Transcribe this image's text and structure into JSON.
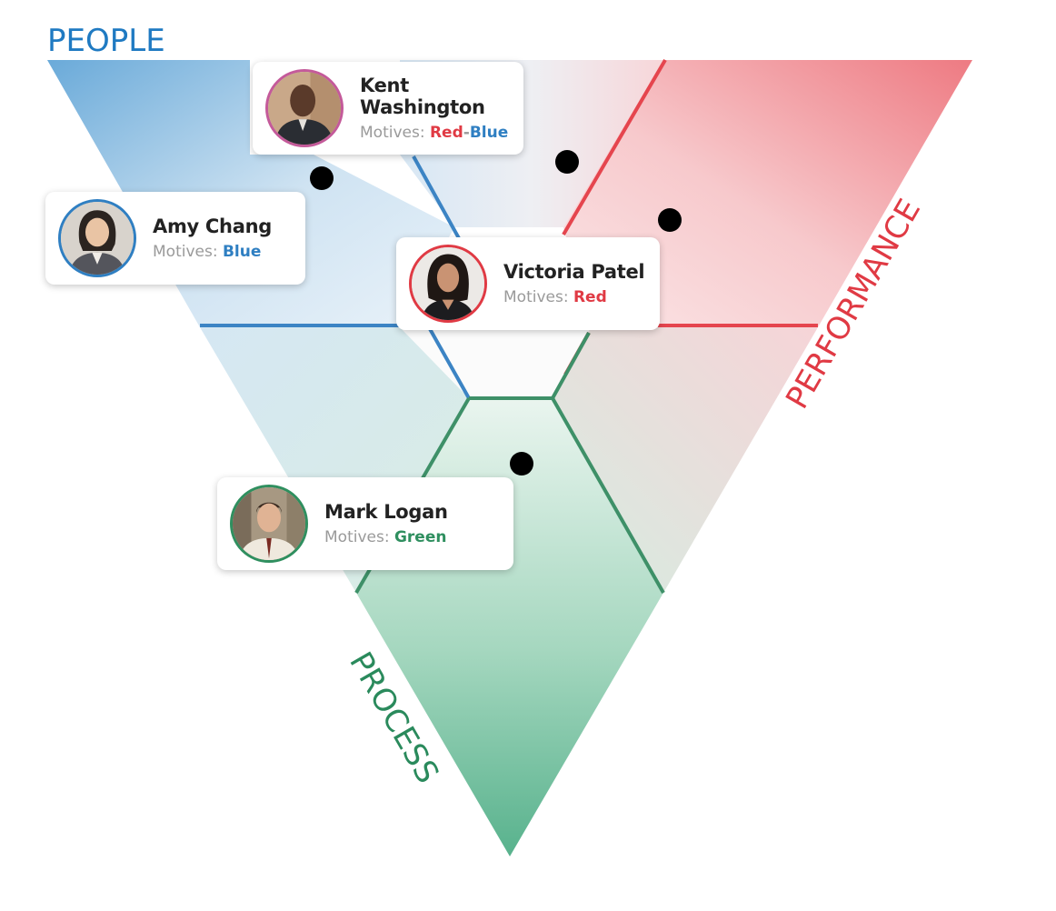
{
  "axes": {
    "people": {
      "label": "PEOPLE",
      "color": "#1f7ac2"
    },
    "performance": {
      "label": "PERFORMANCE",
      "color": "#e03a44"
    },
    "process": {
      "label": "PROCESS",
      "color": "#2a8a5c"
    }
  },
  "colors": {
    "blue": "#2f7fc2",
    "red": "#e03a44",
    "green": "#2f8f5f"
  },
  "motives_prefix": "Motives:",
  "people": [
    {
      "id": "kent",
      "name": "Kent Washington",
      "motives": [
        {
          "text": "Red",
          "color": "#e03a44"
        },
        {
          "text": "-",
          "color": "#9a9a9a"
        },
        {
          "text": "Blue",
          "color": "#2f7fc2"
        }
      ],
      "ring": "#c45a9a"
    },
    {
      "id": "amy",
      "name": "Amy Chang",
      "motives": [
        {
          "text": "Blue",
          "color": "#2f7fc2"
        }
      ],
      "ring": "#2f7fc2"
    },
    {
      "id": "victoria",
      "name": "Victoria Patel",
      "motives": [
        {
          "text": "Red",
          "color": "#e03a44"
        }
      ],
      "ring": "#e03a44"
    },
    {
      "id": "mark",
      "name": "Mark Logan",
      "motives": [
        {
          "text": "Green",
          "color": "#2f8f5f"
        }
      ],
      "ring": "#2f8f5f"
    }
  ]
}
